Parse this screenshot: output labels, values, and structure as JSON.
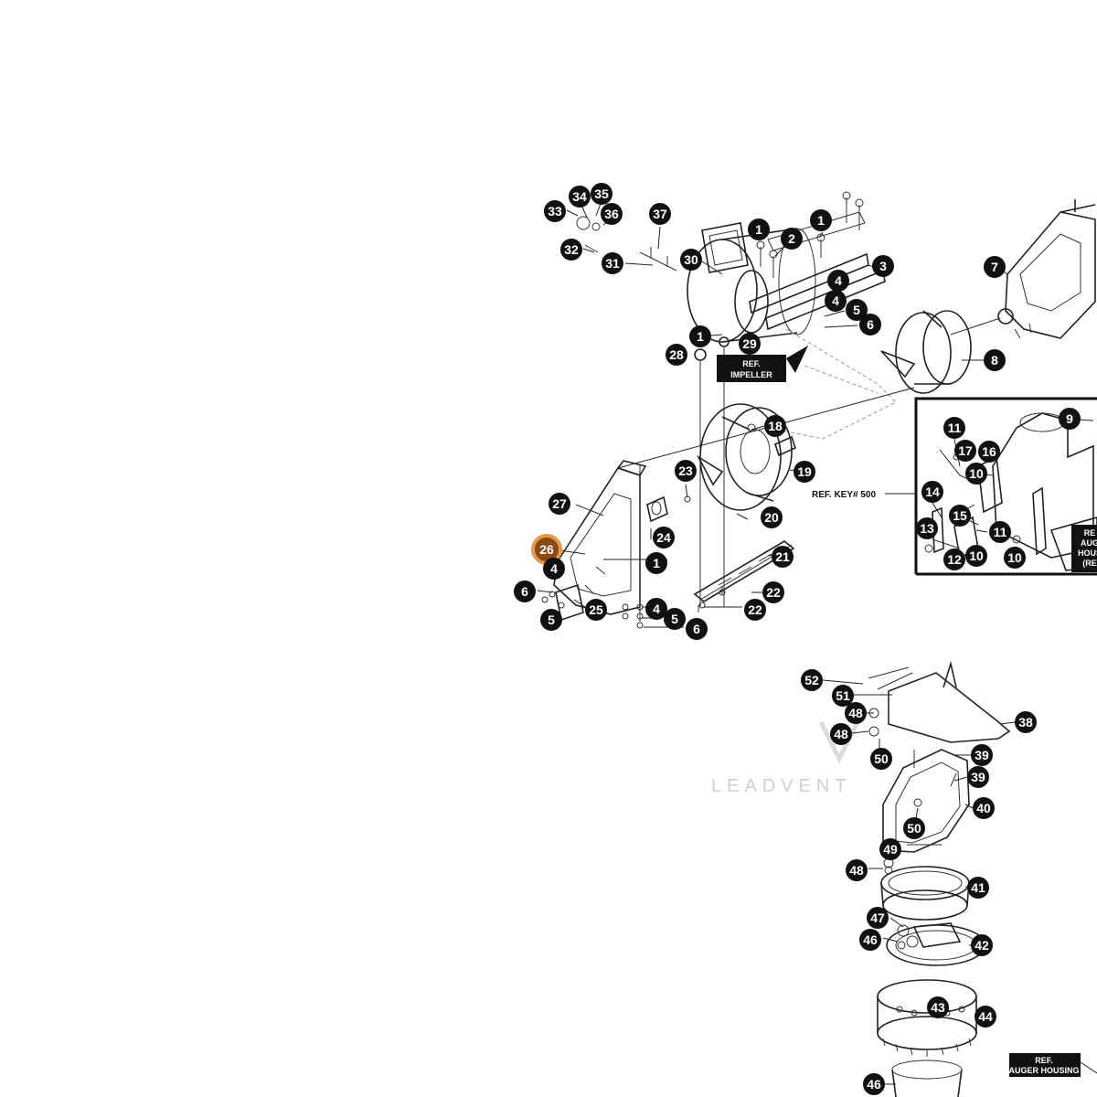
{
  "watermark": "LEADVENT",
  "ref_labels": {
    "impeller_l1": "REF.",
    "impeller_l2": "IMPELLER",
    "key500": "REF. KEY# 500",
    "auger_l1": "RE",
    "auger_l2": "AUG",
    "auger_l3": "HOUS",
    "auger_l4": "(RE",
    "auger_housing_l1": "REF.",
    "auger_housing_l2": "AUGER HOUSING"
  },
  "highlighted_callout": "26",
  "callouts": [
    {
      "id": "c33",
      "label": "33"
    },
    {
      "id": "c34",
      "label": "34"
    },
    {
      "id": "c35",
      "label": "35"
    },
    {
      "id": "c36",
      "label": "36"
    },
    {
      "id": "c37",
      "label": "37"
    },
    {
      "id": "c32",
      "label": "32"
    },
    {
      "id": "c31",
      "label": "31"
    },
    {
      "id": "c30",
      "label": "30"
    },
    {
      "id": "c1a",
      "label": "1"
    },
    {
      "id": "c2",
      "label": "2"
    },
    {
      "id": "c1b",
      "label": "1"
    },
    {
      "id": "c3",
      "label": "3"
    },
    {
      "id": "c4a",
      "label": "4"
    },
    {
      "id": "c4b",
      "label": "4"
    },
    {
      "id": "c5a",
      "label": "5"
    },
    {
      "id": "c6a",
      "label": "6"
    },
    {
      "id": "c1c",
      "label": "1"
    },
    {
      "id": "c29",
      "label": "29"
    },
    {
      "id": "c28",
      "label": "28"
    },
    {
      "id": "c7",
      "label": "7"
    },
    {
      "id": "c8",
      "label": "8"
    },
    {
      "id": "c9",
      "label": "9"
    },
    {
      "id": "c18",
      "label": "18"
    },
    {
      "id": "c19",
      "label": "19"
    },
    {
      "id": "c23",
      "label": "23"
    },
    {
      "id": "c27",
      "label": "27"
    },
    {
      "id": "c24",
      "label": "24"
    },
    {
      "id": "c20",
      "label": "20"
    },
    {
      "id": "c21",
      "label": "21"
    },
    {
      "id": "c26",
      "label": "26"
    },
    {
      "id": "c1d",
      "label": "1"
    },
    {
      "id": "c4c",
      "label": "4"
    },
    {
      "id": "c6b",
      "label": "6"
    },
    {
      "id": "c25",
      "label": "25"
    },
    {
      "id": "c5b",
      "label": "5"
    },
    {
      "id": "c22a",
      "label": "22"
    },
    {
      "id": "c22b",
      "label": "22"
    },
    {
      "id": "c4d",
      "label": "4"
    },
    {
      "id": "c5c",
      "label": "5"
    },
    {
      "id": "c6c",
      "label": "6"
    },
    {
      "id": "c11a",
      "label": "11"
    },
    {
      "id": "c17",
      "label": "17"
    },
    {
      "id": "c16",
      "label": "16"
    },
    {
      "id": "c10a",
      "label": "10"
    },
    {
      "id": "c14",
      "label": "14"
    },
    {
      "id": "c15",
      "label": "15"
    },
    {
      "id": "c13",
      "label": "13"
    },
    {
      "id": "c11b",
      "label": "11"
    },
    {
      "id": "c12",
      "label": "12"
    },
    {
      "id": "c10b",
      "label": "10"
    },
    {
      "id": "c10c",
      "label": "10"
    },
    {
      "id": "c52",
      "label": "52"
    },
    {
      "id": "c51",
      "label": "51"
    },
    {
      "id": "c48a",
      "label": "48"
    },
    {
      "id": "c48b",
      "label": "48"
    },
    {
      "id": "c38",
      "label": "38"
    },
    {
      "id": "c50a",
      "label": "50"
    },
    {
      "id": "c39a",
      "label": "39"
    },
    {
      "id": "c39b",
      "label": "39"
    },
    {
      "id": "c40",
      "label": "40"
    },
    {
      "id": "c50b",
      "label": "50"
    },
    {
      "id": "c49",
      "label": "49"
    },
    {
      "id": "c48c",
      "label": "48"
    },
    {
      "id": "c41",
      "label": "41"
    },
    {
      "id": "c47",
      "label": "47"
    },
    {
      "id": "c46a",
      "label": "46"
    },
    {
      "id": "c42",
      "label": "42"
    },
    {
      "id": "c43",
      "label": "43"
    },
    {
      "id": "c44",
      "label": "44"
    },
    {
      "id": "c46b",
      "label": "46"
    }
  ]
}
